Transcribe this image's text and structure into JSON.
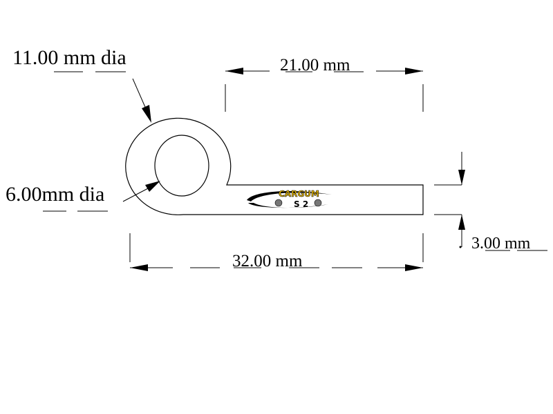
{
  "dimensions": {
    "outer_diameter": "11.00 mm dia",
    "inner_diameter": "6.00mm dia",
    "tab_length": "21.00 mm",
    "overall_length": "32.00 mm",
    "thickness": "3.00 mm"
  },
  "logo": {
    "brand": "CARGUM",
    "subtext": "S 2"
  },
  "colors": {
    "line": "#000000",
    "logo_yellow": "#e8b800",
    "background": "#ffffff"
  }
}
